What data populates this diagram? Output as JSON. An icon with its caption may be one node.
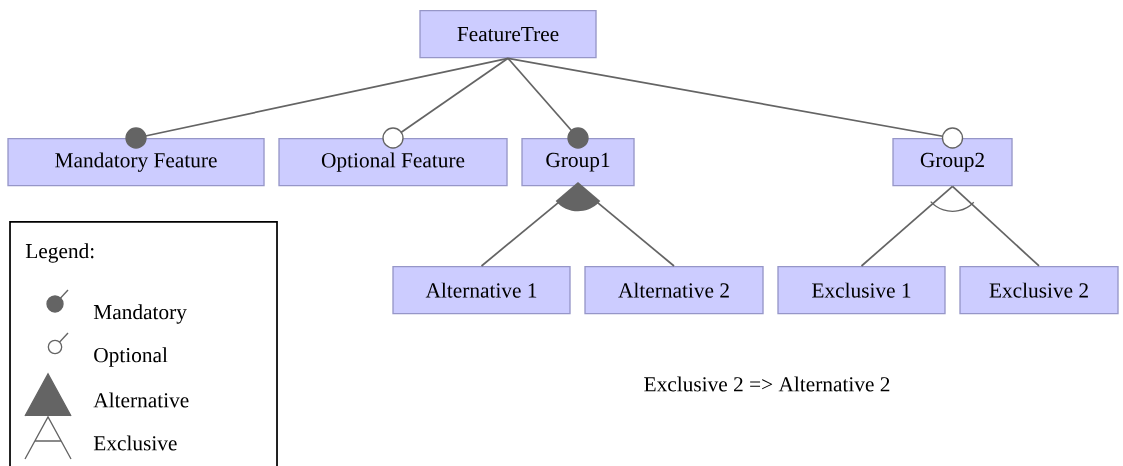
{
  "diagram": {
    "nodes": [
      {
        "text": [
          "FeatureTree"
        ]
      },
      {
        "text": [
          "Mandatory Feature"
        ]
      },
      {
        "text": [
          "Optional Feature"
        ]
      },
      {
        "text": [
          "Group1"
        ]
      },
      {
        "text": [
          "Group2"
        ]
      },
      {
        "text": [
          "Alternative 1"
        ]
      },
      {
        "text": [
          "Alternative 2"
        ]
      },
      {
        "text": [
          "Exclusive 1"
        ]
      },
      {
        "text": [
          "Exclusive 2"
        ]
      }
    ],
    "edges": [
      {
        "from": 0,
        "to": 1,
        "arrow": "other"
      },
      {
        "from": 0,
        "to": 2,
        "arrow": "other"
      },
      {
        "from": 0,
        "to": 3,
        "arrow": "other"
      },
      {
        "from": 0,
        "to": 4,
        "arrow": "other"
      },
      {
        "from": 3,
        "to": 5,
        "arrow": "none"
      },
      {
        "from": 3,
        "to": 6,
        "arrow": "none"
      },
      {
        "from": 4,
        "to": 7,
        "arrow": "none"
      },
      {
        "from": 4,
        "to": 8,
        "arrow": "none"
      }
    ],
    "labels": [
      "Legend:",
      "Exclusive 2 => Alternative 2"
    ],
    "legend": [
      {
        "text": "Mandatory"
      },
      {
        "text": "Optional"
      },
      {
        "text": "Alternative"
      },
      {
        "text": "Exclusive"
      }
    ]
  }
}
